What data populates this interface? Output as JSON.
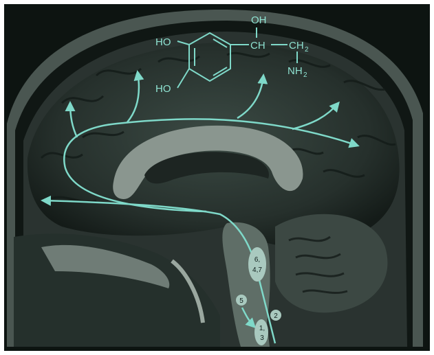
{
  "molecule": {
    "oh_top": "OH",
    "ho_upper": "HO",
    "ho_lower": "HO",
    "ch": "CH",
    "ch2": "CH",
    "ch2_sub": "2",
    "nh2": "NH",
    "nh2_sub": "2"
  },
  "nuclei": {
    "upper_oval": {
      "line1": "6,",
      "line2": "4,7"
    },
    "lower_oval": {
      "line1": "1,",
      "line2": "3"
    },
    "badge_5": "5",
    "badge_2": "2"
  },
  "colors": {
    "pathway": "#7fd9c9",
    "oval_fill": "#a9c9bf",
    "oval_text": "#0f1e1b",
    "scan_bg": "#0d1411"
  }
}
